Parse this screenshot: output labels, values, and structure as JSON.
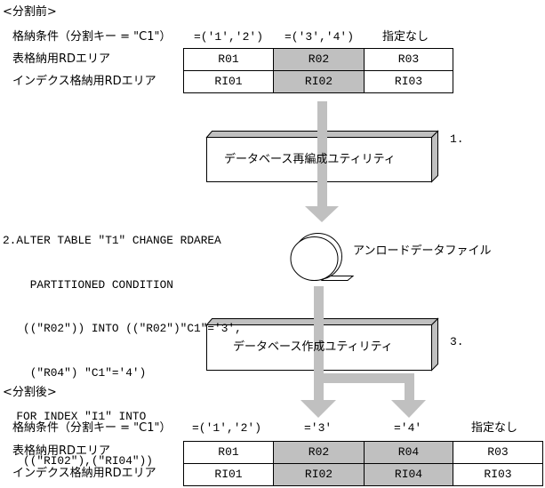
{
  "before": {
    "heading": "<分割前>",
    "condition_label": "格納条件（分割キー = \"C1\"）",
    "conditions": [
      "=('1','2')",
      "=('3','4')",
      "指定なし"
    ],
    "table_label": "表格納用RDエリア",
    "index_label": "インデクス格納用RDエリア",
    "table_areas": [
      "R01",
      "R02",
      "R03"
    ],
    "index_areas": [
      "RI01",
      "RI02",
      "RI03"
    ],
    "highlighted_column": 2
  },
  "steps": {
    "step1_number": "1.",
    "step1_label": "データベース再編成ユティリティ",
    "step2_code": [
      "2.ALTER TABLE \"T1\" CHANGE RDAREA",
      "    PARTITIONED CONDITION",
      "   ((\"R02\")) INTO ((\"R02\")\"C1\"='3',",
      "    (\"R04\") \"C1\"='4')",
      "  FOR INDEX \"I1\" INTO",
      "   ((\"RI02\"),(\"RI04\"))"
    ],
    "unload_file_label": "アンロードデータファイル",
    "step3_number": "3.",
    "step3_label": "データベース作成ユティリティ"
  },
  "after": {
    "heading": "<分割後>",
    "condition_label": "格納条件（分割キー = \"C1\"）",
    "conditions": [
      "=('1','2')",
      "='3'",
      "='4'",
      "指定なし"
    ],
    "table_label": "表格納用RDエリア",
    "index_label": "インデクス格納用RDエリア",
    "table_areas": [
      "R01",
      "R02",
      "R04",
      "R03"
    ],
    "index_areas": [
      "RI01",
      "RI02",
      "RI04",
      "RI03"
    ],
    "highlighted_columns": [
      2,
      3
    ]
  },
  "colors": {
    "highlight": "#c0c0c0",
    "arrow": "#c0c0c0",
    "line": "#000000"
  }
}
